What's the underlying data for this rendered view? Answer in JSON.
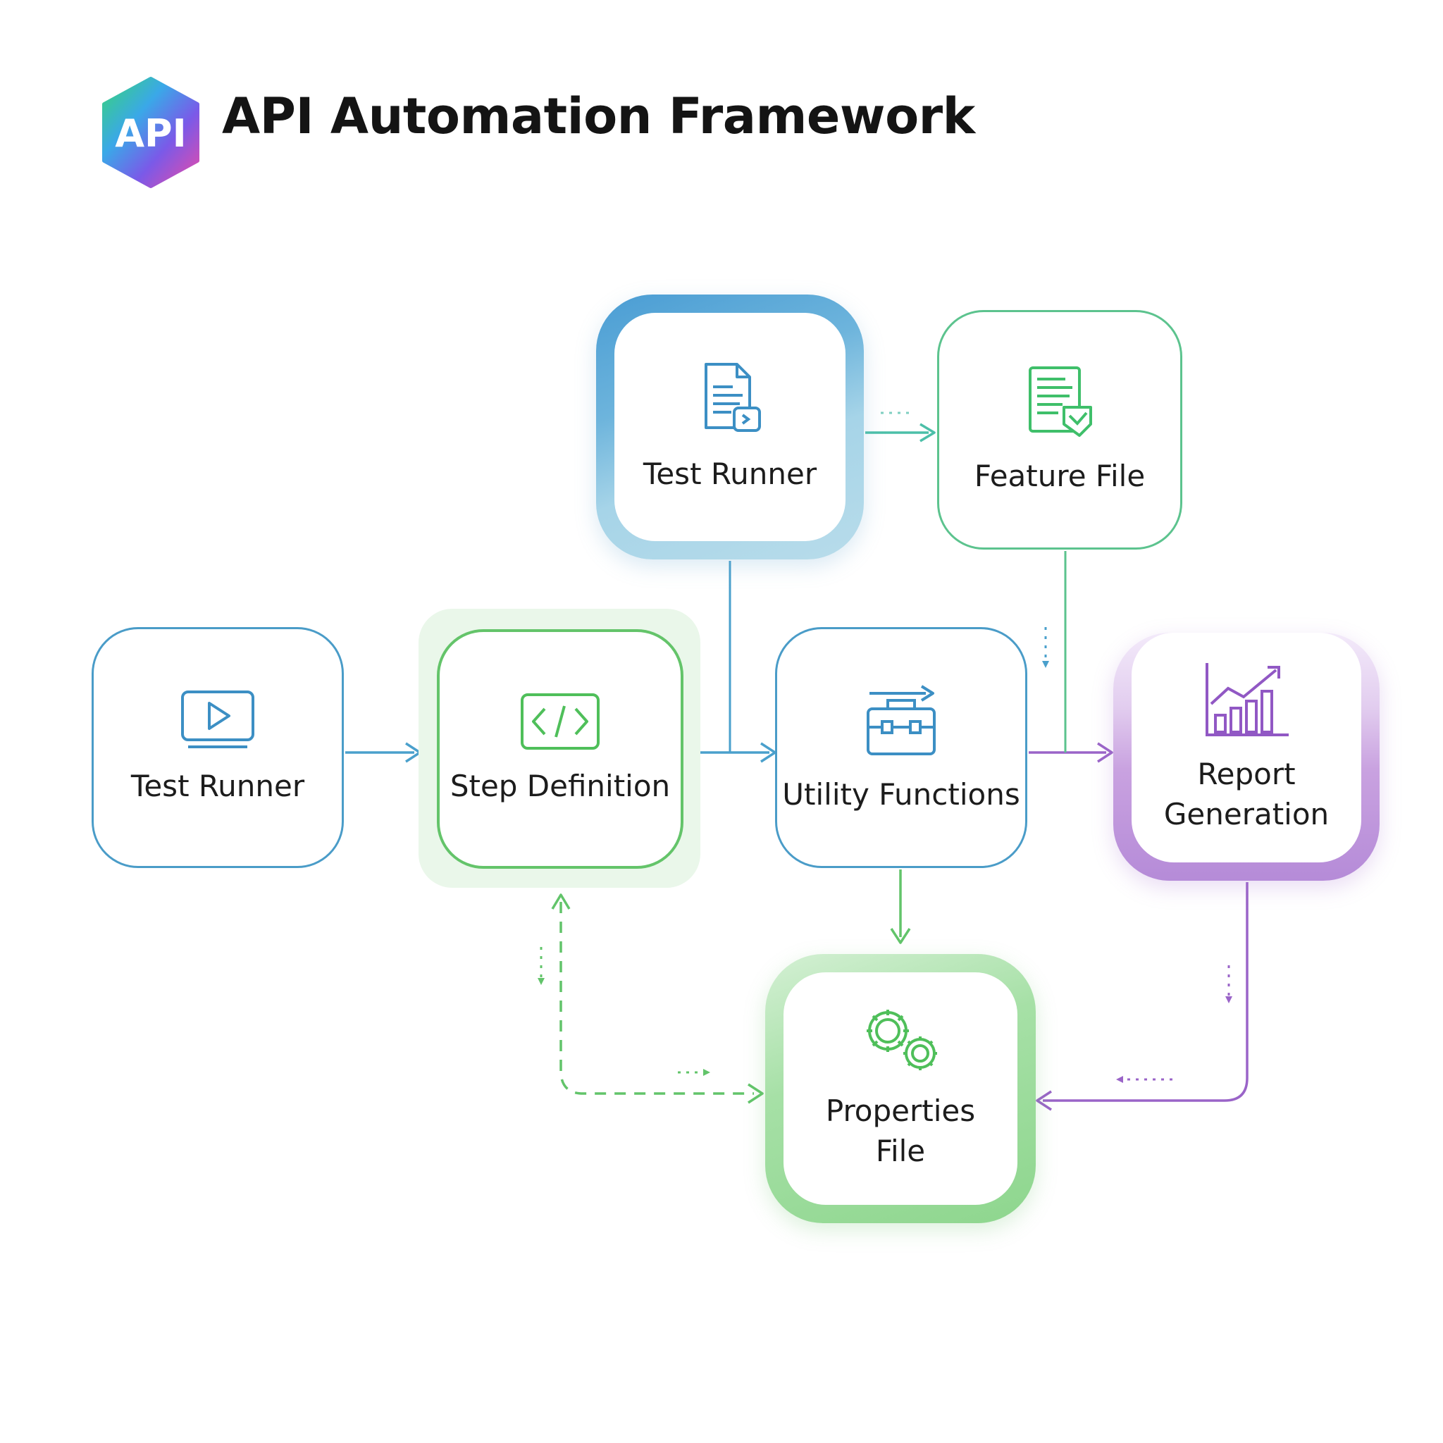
{
  "title": "API Automation Framework",
  "logo": {
    "text": "API"
  },
  "colors": {
    "blue": "#4a9cc8",
    "green": "#5cc38e",
    "step_green": "#64c46a",
    "purple": "#9a64c8",
    "text": "#1c1c1c"
  },
  "nodes": {
    "test_runner_top": {
      "label": "Test Runner",
      "icon": "document-code-icon"
    },
    "feature_file": {
      "label": "Feature File",
      "icon": "document-check-icon"
    },
    "test_runner": {
      "label": "Test Runner",
      "icon": "play-monitor-icon"
    },
    "step_definition": {
      "label": "Step Definition",
      "icon": "code-brackets-icon"
    },
    "utility_functions": {
      "label": "Utility Functions",
      "icon": "toolbox-arrow-icon"
    },
    "report_generation": {
      "label_line1": "Report",
      "label_line2": "Generation",
      "icon": "bar-chart-trend-icon"
    },
    "properties_file": {
      "label_line1": "Properties",
      "label_line2": "File",
      "icon": "gears-icon"
    }
  }
}
